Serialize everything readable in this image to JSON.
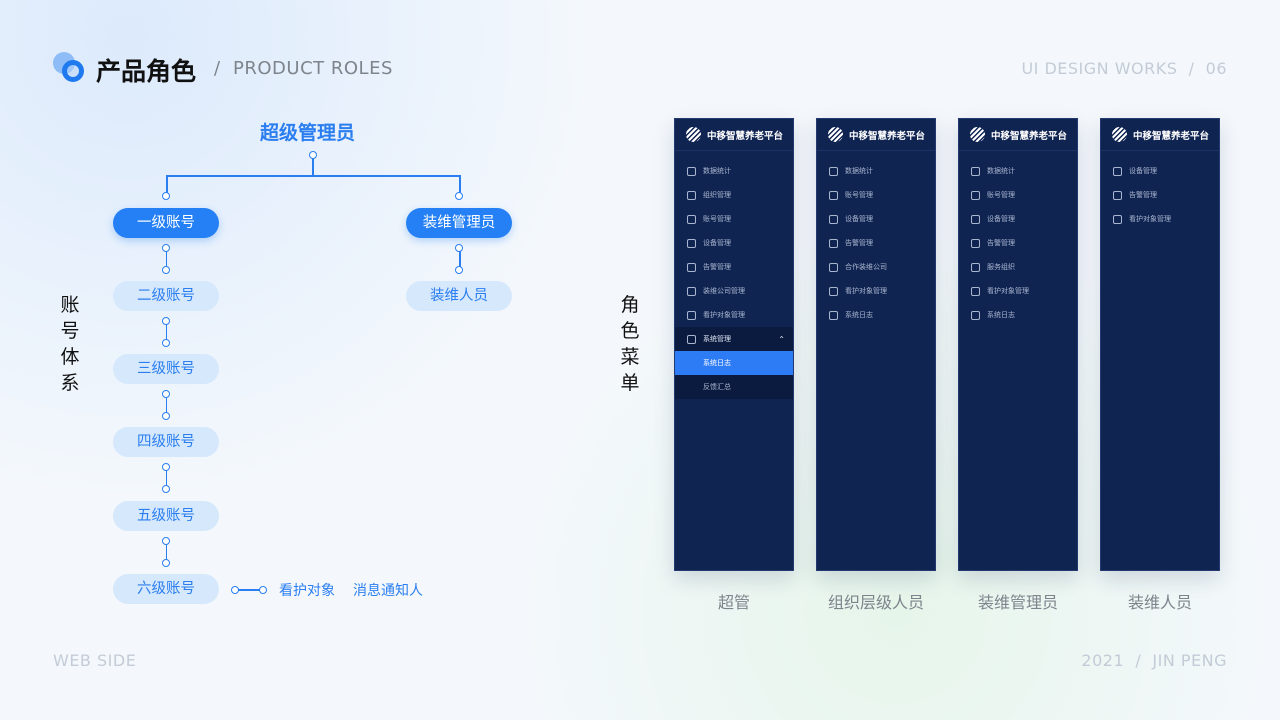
{
  "header": {
    "title": "产品角色",
    "separator": "/",
    "subtitle": "PRODUCT ROLES",
    "right": "UI DESIGN WORKS  /  06"
  },
  "footer": {
    "left": "WEB SIDE",
    "right": "2021  /  JIN PENG"
  },
  "account_system": {
    "label": [
      "账",
      "号",
      "体",
      "系"
    ],
    "root": "超级管理员",
    "chain": [
      "一级账号",
      "二级账号",
      "三级账号",
      "四级账号",
      "五级账号",
      "六级账号"
    ],
    "maint": [
      "装维管理员",
      "装维人员"
    ],
    "extras": [
      "看护对象",
      "消息通知人"
    ]
  },
  "role_menu": {
    "label": [
      "角",
      "色",
      "菜",
      "单"
    ],
    "panels": [
      {
        "brand": "中移智慧养老平台",
        "role": "超管",
        "items": [
          {
            "icon": "chart-icon",
            "label": "数据统计"
          },
          {
            "icon": "org-icon",
            "label": "组织管理"
          },
          {
            "icon": "user-icon",
            "label": "账号管理"
          },
          {
            "icon": "device-icon",
            "label": "设备管理"
          },
          {
            "icon": "alert-icon",
            "label": "告警管理"
          },
          {
            "icon": "tools-icon",
            "label": "装维公司管理"
          },
          {
            "icon": "shield-icon",
            "label": "看护对象管理"
          },
          {
            "icon": "gear-icon",
            "label": "系统管理",
            "expanded": true,
            "children": [
              {
                "label": "系统日志",
                "selected": true
              },
              {
                "label": "反馈汇总"
              }
            ]
          }
        ]
      },
      {
        "brand": "中移智慧养老平台",
        "role": "组织层级人员",
        "items": [
          {
            "icon": "chart-icon",
            "label": "数据统计"
          },
          {
            "icon": "user-icon",
            "label": "账号管理"
          },
          {
            "icon": "device-icon",
            "label": "设备管理"
          },
          {
            "icon": "alert-icon",
            "label": "告警管理"
          },
          {
            "icon": "tools-icon",
            "label": "合作装维公司"
          },
          {
            "icon": "shield-icon",
            "label": "看护对象管理"
          },
          {
            "icon": "calendar-icon",
            "label": "系统日志"
          }
        ]
      },
      {
        "brand": "中移智慧养老平台",
        "role": "装维管理员",
        "items": [
          {
            "icon": "chart-icon",
            "label": "数据统计"
          },
          {
            "icon": "user-icon",
            "label": "账号管理"
          },
          {
            "icon": "device-icon",
            "label": "设备管理"
          },
          {
            "icon": "alert-icon",
            "label": "告警管理"
          },
          {
            "icon": "org-icon",
            "label": "服务组织"
          },
          {
            "icon": "shield-icon",
            "label": "看护对象管理"
          },
          {
            "icon": "calendar-icon",
            "label": "系统日志"
          }
        ]
      },
      {
        "brand": "中移智慧养老平台",
        "role": "装维人员",
        "items": [
          {
            "icon": "device-icon",
            "label": "设备管理"
          },
          {
            "icon": "alert-icon",
            "label": "告警管理"
          },
          {
            "icon": "shield-icon",
            "label": "看护对象管理"
          }
        ]
      }
    ]
  },
  "colors": {
    "accent": "#2480f4",
    "panel": "#102452"
  }
}
